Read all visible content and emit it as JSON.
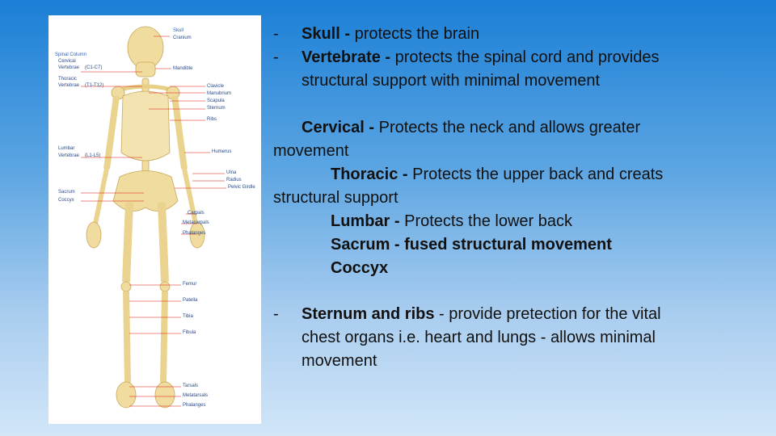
{
  "figure_labels": {
    "skull": "Skull",
    "cranium": "Cranium",
    "mandible": "Mandible",
    "spinal_column": "Spinal Column",
    "cervical": "Cervical",
    "vertebrae_c": "Vertebrae",
    "c_range": "(C1-C7)",
    "thoracic": "Thoracic",
    "vertebrae_t": "Vertebrae",
    "t_range": "(T1-T12)",
    "clavicle": "Clavicle",
    "manubrium": "Manubrium",
    "scapula": "Scapula",
    "sternum": "Sternum",
    "ribs": "Ribs",
    "humerus": "Humerus",
    "lumbar": "Lumbar",
    "vertebrae_l": "Vertebrae",
    "l_range": "(L1-L5)",
    "ulna": "Ulna",
    "radius": "Radius",
    "pelvic_girdle": "Pelvic Girdle",
    "sacrum": "Sacrum",
    "coccyx": "Coccyx",
    "carpals": "Carpals",
    "metacarpals": "Metacarpals",
    "phalanges_hand": "Phalanges",
    "femur": "Femur",
    "patella": "Patella",
    "tibia": "Tibia",
    "fibula": "Fibula",
    "tarsals": "Tarsals",
    "metatarsals": "Metatarsals",
    "phalanges_foot": "Phalanges"
  },
  "text": {
    "bullet": "-",
    "skull_term": "Skull -",
    "skull_desc": " protects the brain",
    "vert_term": "Vertebrate -",
    "vert_desc": " protects the spinal cord and provides",
    "vert_desc2": "structural support with minimal movement",
    "cervical_term": "Cervical -",
    "cervical_desc": " Protects the neck and allows greater",
    "cervical_desc2": "movement",
    "thoracic_term": "Thoracic -",
    "thoracic_desc": " Protects the upper back and creats",
    "thoracic_desc2": "structural support",
    "lumbar_term": "Lumbar -",
    "lumbar_desc": " Protects the lower back",
    "sacrum_line": "Sacrum - fused structural movement",
    "coccyx_line": "Coccyx",
    "sternum_term": "Sternum and ribs",
    "sternum_desc": " - provide pretection for the vital",
    "sternum_desc2": "chest organs i.e. heart and lungs - allows minimal",
    "sternum_desc3": "movement"
  }
}
